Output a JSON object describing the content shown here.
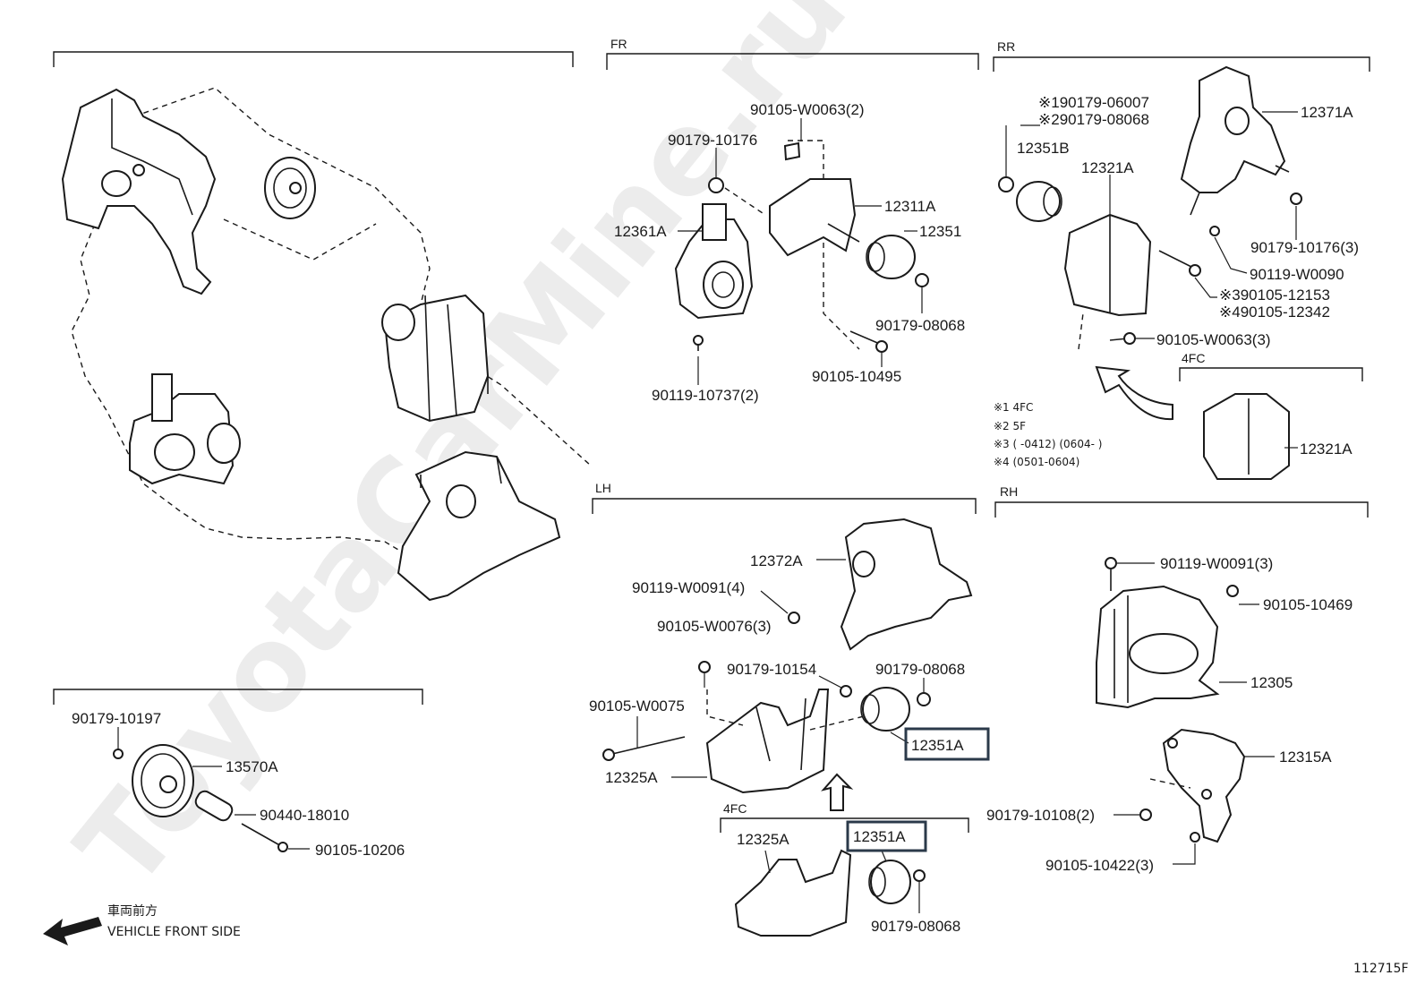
{
  "watermark": "ToyotaCarMine.ru",
  "diagram_id": "112715F",
  "sections": {
    "fr": "FR",
    "rr": "RR",
    "lh": "LH",
    "rh": "RH",
    "rr_4fc": "4FC",
    "lh_4fc": "4FC"
  },
  "notes": {
    "n1": "※1  4FC",
    "n2": "※2  5F",
    "n3": "※3  (        -0412) (0604-        )",
    "n4": "※4  (0501-0604)"
  },
  "front": {
    "jp": "車両前方",
    "en": "VEHICLE FRONT SIDE"
  },
  "parts": {
    "p_90179_10197": "90179-10197",
    "p_13570A": "13570A",
    "p_90440_18010": "90440-18010",
    "p_90105_10206": "90105-10206",
    "p_90105_W0063_2": "90105-W0063(2)",
    "p_90179_10176": "90179-10176",
    "p_12311A": "12311A",
    "p_12351": "12351",
    "p_12361A": "12361A",
    "p_90179_08068_fr": "90179-08068",
    "p_90105_10495": "90105-10495",
    "p_90119_10737_2": "90119-10737(2)",
    "p_rr_ref1": "※190179-06007",
    "p_rr_ref2": "※290179-08068",
    "p_12371A": "12371A",
    "p_12351B": "12351B",
    "p_12321A_top": "12321A",
    "p_90179_10176_3": "90179-10176(3)",
    "p_90119_W0090": "90119-W0090",
    "p_rr_ref3": "※390105-12153",
    "p_rr_ref4": "※490105-12342",
    "p_90105_W0063_3": "90105-W0063(3)",
    "p_12321A_4fc": "12321A",
    "p_12372A": "12372A",
    "p_90119_W0091_4": "90119-W0091(4)",
    "p_90105_W0076_3": "90105-W0076(3)",
    "p_90179_10154": "90179-10154",
    "p_90179_08068_lh": "90179-08068",
    "p_90105_W0075": "90105-W0075",
    "p_12351A": "12351A",
    "p_12325A": "12325A",
    "p_12325A_4fc": "12325A",
    "p_12351A_4fc": "12351A",
    "p_90179_08068_4fc": "90179-08068",
    "p_90119_W0091_3": "90119-W0091(3)",
    "p_90105_10469": "90105-10469",
    "p_12305": "12305",
    "p_12315A": "12315A",
    "p_90179_10108_2": "90179-10108(2)",
    "p_90105_10422_3": "90105-10422(3)"
  }
}
